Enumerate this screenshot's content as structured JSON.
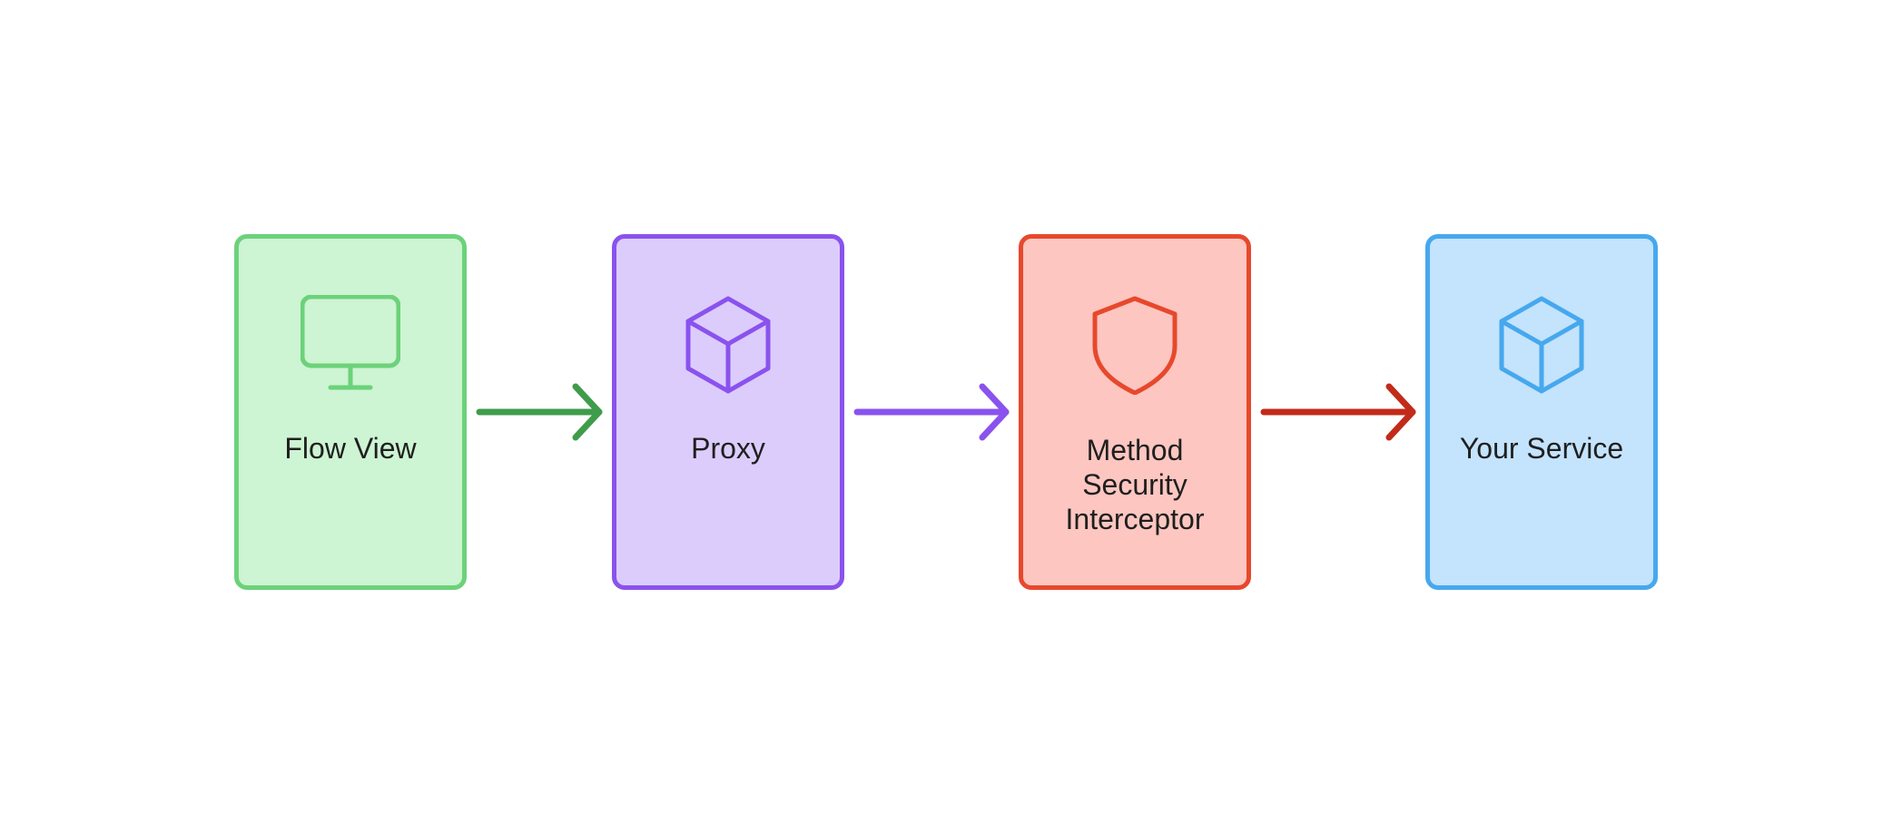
{
  "nodes": [
    {
      "id": "flow-view",
      "label": "Flow View",
      "icon": "monitor-icon",
      "fill": "#cdf4d3",
      "stroke": "#6cd27a"
    },
    {
      "id": "proxy",
      "label": "Proxy",
      "icon": "cube-icon",
      "fill": "#dcccfc",
      "stroke": "#8a52ee"
    },
    {
      "id": "method-security-interceptor",
      "label": "Method\nSecurity\nInterceptor",
      "icon": "shield-icon",
      "fill": "#fdc6c0",
      "stroke": "#e7482c"
    },
    {
      "id": "your-service",
      "label": "Your Service",
      "icon": "cube-icon",
      "fill": "#c4e3fc",
      "stroke": "#46a8ee"
    }
  ],
  "edges": [
    {
      "from": "flow-view",
      "to": "proxy",
      "color": "#3f9c4b"
    },
    {
      "from": "proxy",
      "to": "method-security-interceptor",
      "color": "#8a52ee"
    },
    {
      "from": "method-security-interceptor",
      "to": "your-service",
      "color": "#c12b1a"
    }
  ]
}
